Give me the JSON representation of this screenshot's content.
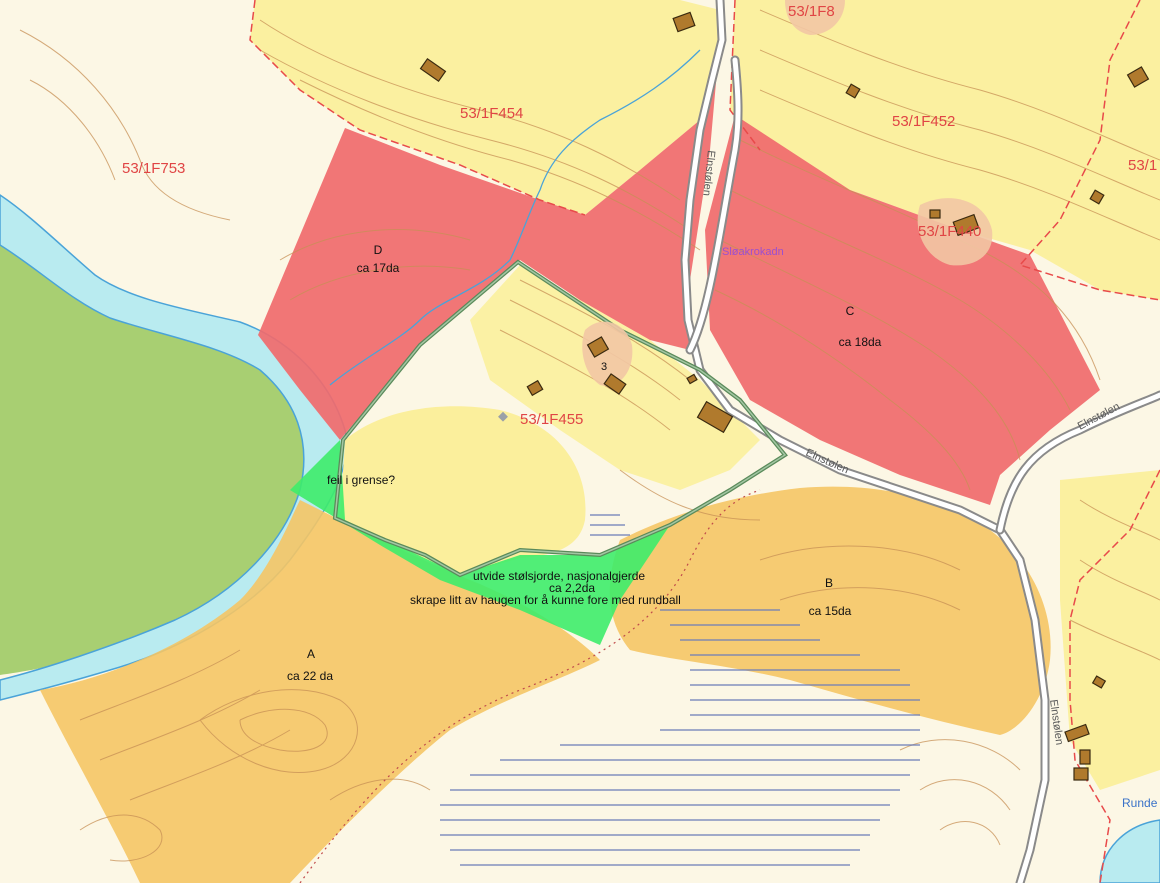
{
  "map": {
    "parcels": {
      "f454": "53/1F454",
      "f753": "53/1F753",
      "f452": "53/1F452",
      "f455": "53/1F455",
      "f_top": "53/1F8",
      "f_mid": "53/1F440",
      "f_right": "53/1"
    },
    "areas": {
      "d_name": "D",
      "d_size": "ca 17da",
      "c_name": "C",
      "c_size": "ca 18da",
      "a_name": "A",
      "a_size": "ca 22 da",
      "b_name": "B",
      "b_size": "ca 15da"
    },
    "annotations": {
      "border_note": "feil i grense?",
      "plan_line1": "utvide stølsjorde, nasjonalgjerde",
      "plan_line2": "ca 2,2da",
      "plan_line3": "skrape litt av haugen for å kunne fore med rundball"
    },
    "places": {
      "sloakrokadn": "Sløakrokadn",
      "runde": "Runde"
    },
    "roads": {
      "elnstolen": "Elnstølen",
      "elnstolen_short": "Elnstølen"
    },
    "building_number": "3",
    "colors": {
      "red_zone": "#f06a6c",
      "yellow_farmland": "#fbef9c",
      "orange_zone": "#f5c565",
      "green_zone": "#3eec6a",
      "forest_green": "#a8cf72",
      "water": "#b9ebf0",
      "road": "#8a8a8a",
      "boundary_red": "#e84a4a",
      "contour": "#c79055",
      "building": "#b07a2d",
      "label_red": "#e04545",
      "label_purple": "#9b4fcf"
    }
  }
}
